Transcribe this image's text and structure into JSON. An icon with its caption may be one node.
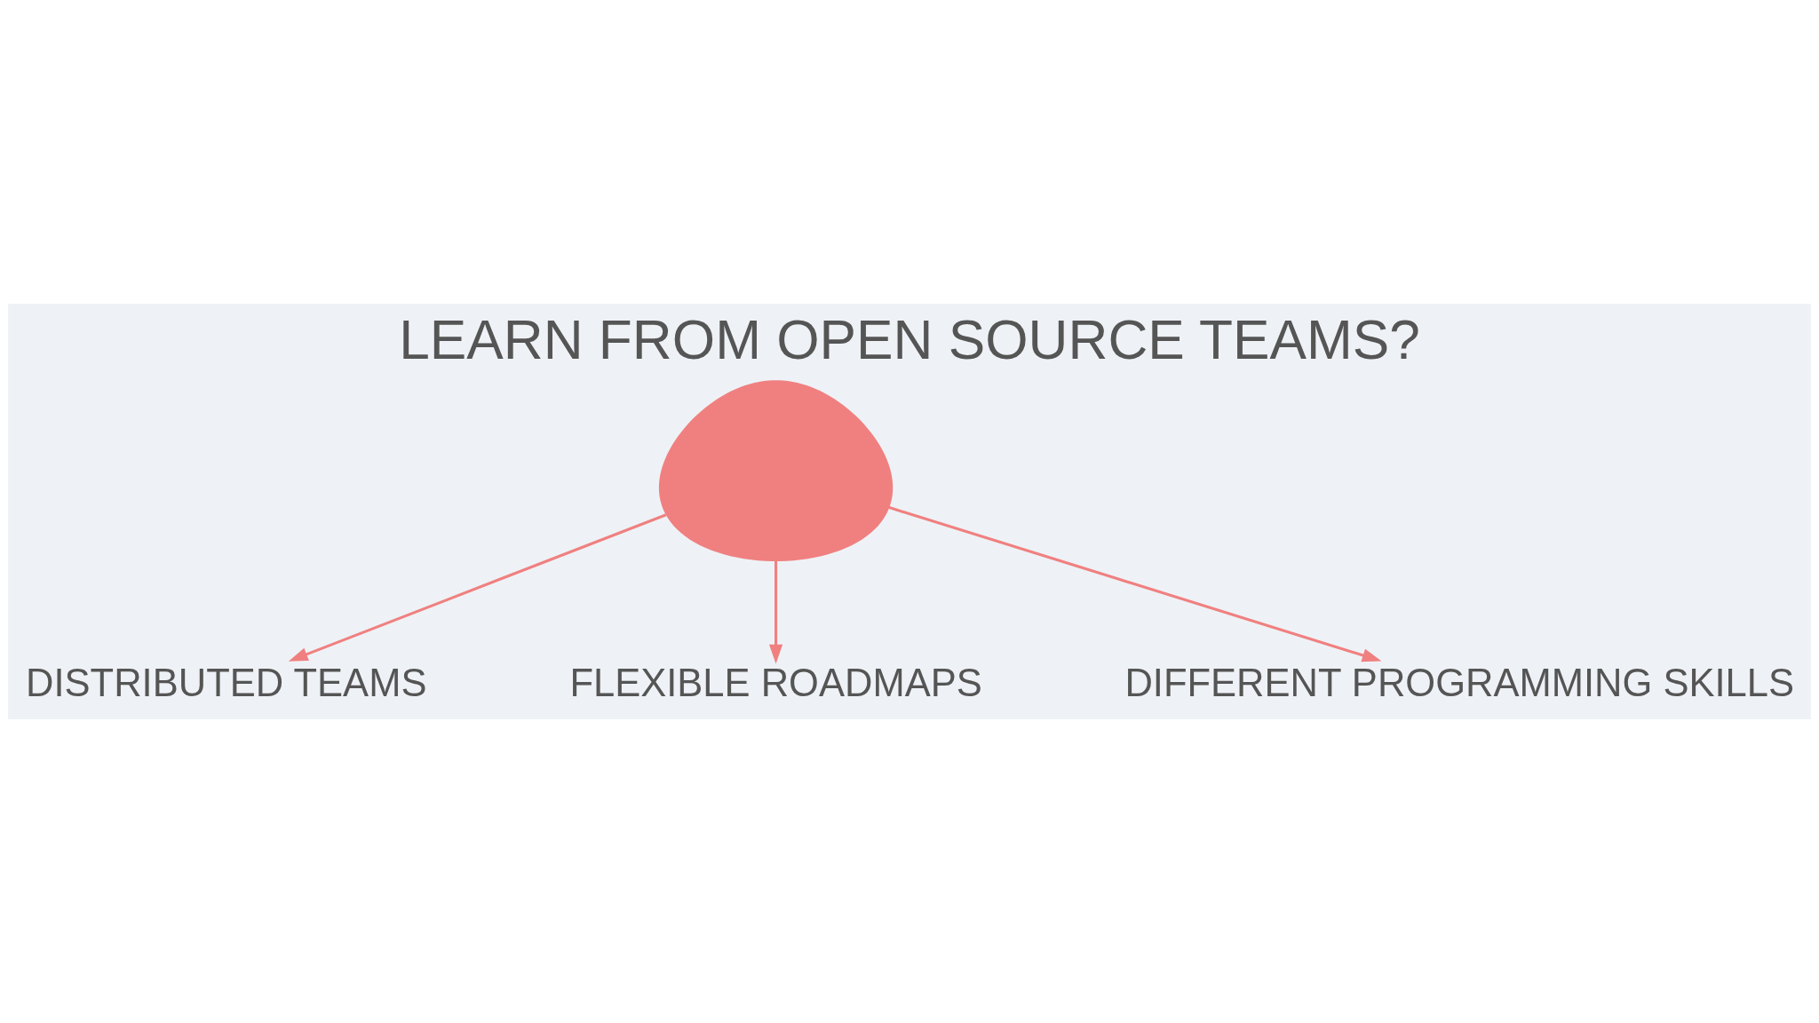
{
  "diagram": {
    "title": "LEARN FROM OPEN SOURCE TEAMS?",
    "nodes": [
      {
        "text": [],
        "shape": "person"
      },
      {
        "text": [
          "DISTRIBUTED TEAMS"
        ]
      },
      {
        "text": [
          "FLEXIBLE ROADMAPS"
        ]
      },
      {
        "text": [
          "DIFFERENT PROGRAMMING SKILLS"
        ]
      }
    ],
    "edges": [
      {
        "from": 0,
        "to": 1,
        "arrow": "to"
      },
      {
        "from": 0,
        "to": 2,
        "arrow": "to"
      },
      {
        "from": 0,
        "to": 3,
        "arrow": "to"
      }
    ]
  }
}
